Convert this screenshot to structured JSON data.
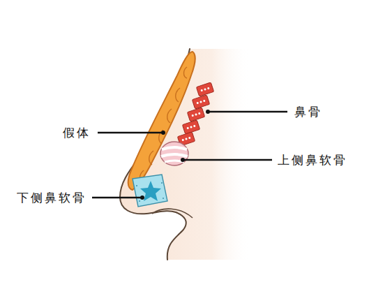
{
  "diagram": {
    "labels": [
      "鼻骨",
      "假体",
      "上侧鼻软骨",
      "下侧鼻软骨"
    ]
  }
}
